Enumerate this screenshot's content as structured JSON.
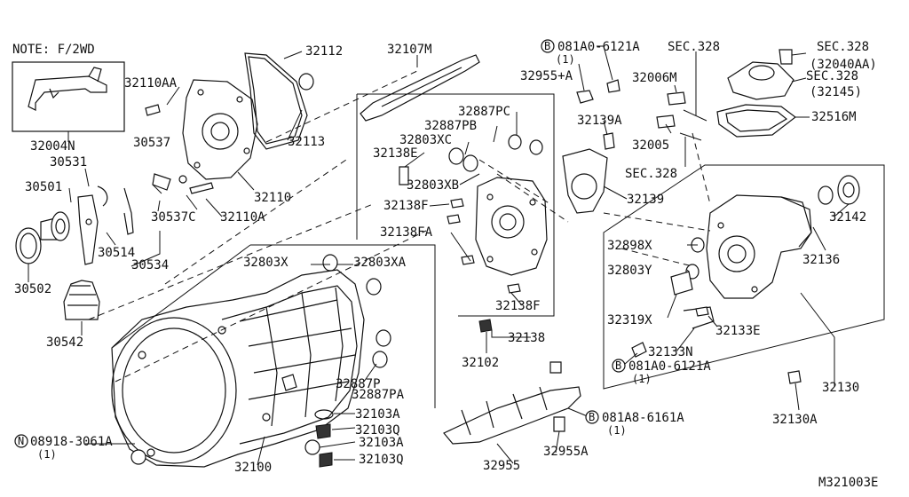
{
  "note": "NOTE: F/2WD",
  "diagram_id": "M321003E",
  "labels": [
    "32004N",
    "30531",
    "30501",
    "30502",
    "30542",
    "30537",
    "30537C",
    "32110AA",
    "32110A",
    "32110",
    "32112",
    "32113",
    "30514",
    "30534",
    "32107M",
    "32803X",
    "32803XA",
    "32100",
    "32887P",
    "32887PA",
    "32103A",
    "32103Q",
    "32103A",
    "32103Q",
    "08918-3061A",
    "(1)",
    "32887PC",
    "32887PB",
    "32803XC",
    "32138E",
    "32803XB",
    "32138F",
    "32138FA",
    "32138F",
    "32138",
    "32102",
    "081A0-6121A",
    "(1)",
    "32955+A",
    "32139A",
    "32139",
    "32006M",
    "32005",
    "SEC.328",
    "SEC.328",
    "SEC.328",
    "(32040AA)",
    "SEC.328",
    "(32145)",
    "32516M",
    "32142",
    "32136",
    "32898X",
    "32803Y",
    "32319X",
    "32133E",
    "32133N",
    "081A0-6121A",
    "(1)",
    "32130",
    "32130A",
    "32955",
    "32955A",
    "081A8-6161A",
    "(1)"
  ],
  "circle_letters": [
    "B",
    "N",
    "B",
    "B"
  ]
}
